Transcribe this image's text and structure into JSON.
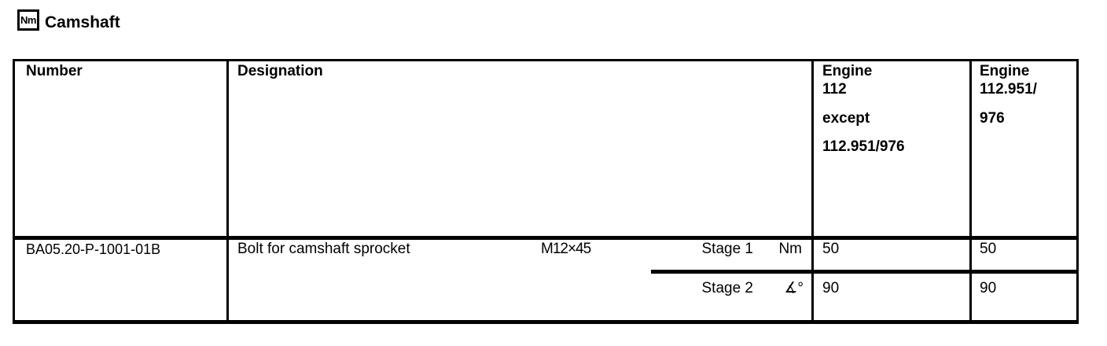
{
  "page": {
    "unit_badge": "Nm",
    "title": "Camshaft"
  },
  "table": {
    "headers": {
      "number": "Number",
      "designation": "Designation",
      "engine1": {
        "l1": "Engine",
        "l2": "112",
        "l3": "except",
        "l4": "112.951/976"
      },
      "engine2": {
        "l1": "Engine",
        "l2": "112.951/",
        "l3": "976"
      }
    },
    "row": {
      "number": "BA05.20-P-1001-01B",
      "designation": "Bolt for camshaft sprocket",
      "size": "M12×45",
      "stage1": {
        "label": "Stage 1",
        "unit": "Nm",
        "engine1": "50",
        "engine2": "50"
      },
      "stage2": {
        "label": "Stage 2",
        "unit": "∡°",
        "engine1": "90",
        "engine2": "90"
      }
    }
  }
}
